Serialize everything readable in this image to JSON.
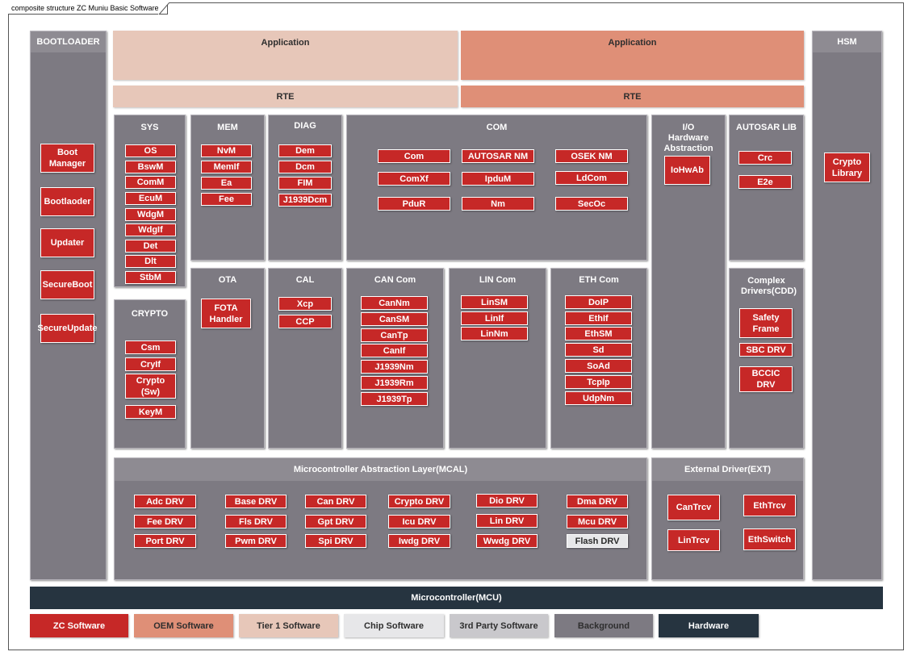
{
  "diagram_title": "composite structure ZC Muniu Basic Software",
  "colors": {
    "zc": "#c62827",
    "oem": "#df8f77",
    "tier1": "#e7c7b9",
    "chip": "#e7e7e9",
    "third_party": "#c9c8cc",
    "background": "#7d7a82",
    "hardware": "#263440"
  },
  "bootloader": {
    "title": "BOOTLOADER",
    "items": [
      "Boot Manager",
      "Bootlaoder",
      "Updater",
      "SecureBoot",
      "SecureUpdate"
    ]
  },
  "hsm": {
    "title": "HSM",
    "items": [
      "Crypto Library"
    ]
  },
  "application": {
    "left": "Application",
    "right": "Application"
  },
  "rte": {
    "left": "RTE",
    "right": "RTE"
  },
  "sys": {
    "title": "SYS",
    "items": [
      "OS",
      "BswM",
      "ComM",
      "EcuM",
      "WdgM",
      "WdgIf",
      "Det",
      "Dlt",
      "StbM"
    ]
  },
  "mem": {
    "title": "MEM",
    "items": [
      "NvM",
      "MemIf",
      "Ea",
      "Fee"
    ]
  },
  "diag": {
    "title": "DIAG",
    "items": [
      "Dem",
      "Dcm",
      "FIM",
      "J1939Dcm"
    ]
  },
  "com": {
    "title": "COM",
    "items": [
      "Com",
      "AUTOSAR NM",
      "OSEK NM",
      "ComXf",
      "IpduM",
      "LdCom",
      "PduR",
      "Nm",
      "SecOc"
    ]
  },
  "io": {
    "title": "I/O Hardware Abstraction",
    "items": [
      "IoHwAb"
    ]
  },
  "autosar_lib": {
    "title": "AUTOSAR LIB",
    "items": [
      "Crc",
      "E2e"
    ]
  },
  "crypto": {
    "title": "CRYPTO",
    "items": [
      "Csm",
      "CryIf",
      "Crypto (Sw)",
      "KeyM"
    ]
  },
  "ota": {
    "title": "OTA",
    "items": [
      "FOTA Handler"
    ]
  },
  "cal": {
    "title": "CAL",
    "items": [
      "Xcp",
      "CCP"
    ]
  },
  "can_com": {
    "title": "CAN Com",
    "items": [
      "CanNm",
      "CanSM",
      "CanTp",
      "CanIf",
      "J1939Nm",
      "J1939Rm",
      "J1939Tp"
    ]
  },
  "lin_com": {
    "title": "LIN Com",
    "items": [
      "LinSM",
      "LinIf",
      "LinNm"
    ]
  },
  "eth_com": {
    "title": "ETH Com",
    "items": [
      "DoIP",
      "EthIf",
      "EthSM",
      "Sd",
      "SoAd",
      "TcpIp",
      "UdpNm"
    ]
  },
  "cdd": {
    "title": "Complex Drivers(CDD)",
    "items": [
      "Safety Frame",
      "SBC DRV",
      "BCCIC DRV"
    ]
  },
  "mcal": {
    "title": "Microcontroller Abstraction Layer(MCAL)",
    "items": [
      "Adc DRV",
      "Base DRV",
      "Can DRV",
      "Crypto DRV",
      "Dio DRV",
      "Dma DRV",
      "Fee DRV",
      "Fls DRV",
      "Gpt DRV",
      "Icu DRV",
      "Lin DRV",
      "Mcu DRV",
      "Port DRV",
      "Pwm DRV",
      "Spi DRV",
      "Iwdg DRV",
      "Wwdg DRV",
      "Flash DRV"
    ]
  },
  "ext": {
    "title": "External Driver(EXT)",
    "items": [
      "CanTrcv",
      "EthTrcv",
      "LinTrcv",
      "EthSwitch"
    ]
  },
  "mcu": "Microcontroller(MCU)",
  "legend": [
    "ZC Software",
    "OEM Software",
    "Tier 1 Software",
    "Chip Software",
    "3rd Party Software",
    "Background",
    "Hardware"
  ]
}
